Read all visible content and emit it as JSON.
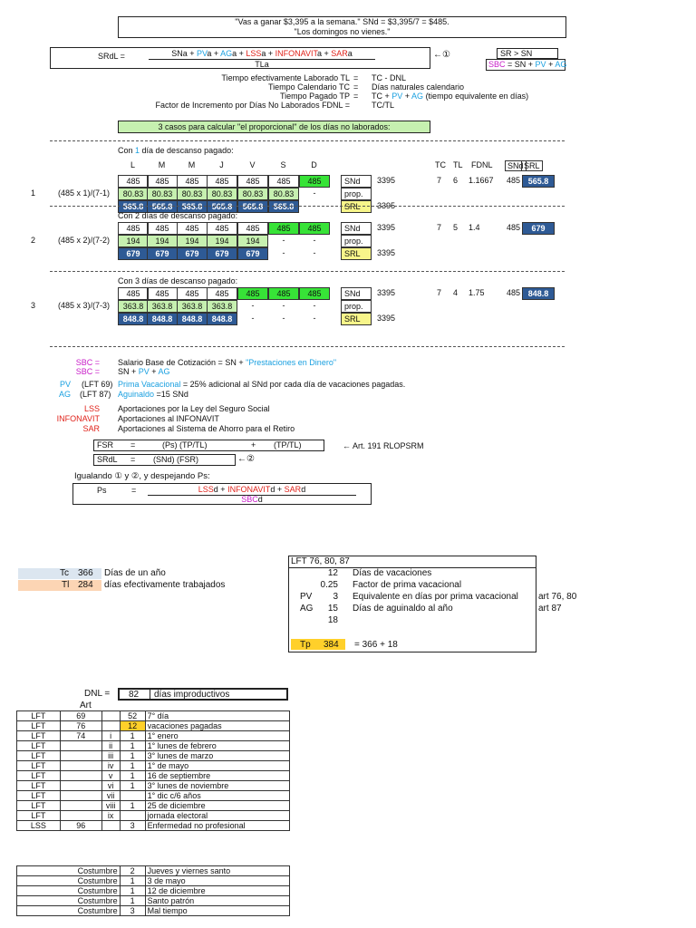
{
  "header": {
    "line1": "\"Vas a ganar $3,395 a la semana.\"     SNd = $3,395/7 = $485.",
    "line2": "\"Los domingos no vienes.\""
  },
  "formula": {
    "lhs": "SRdL =",
    "parts": [
      [
        "SNa + ",
        "k"
      ],
      [
        "PV",
        "blue"
      ],
      [
        "a + ",
        "k"
      ],
      [
        "AG",
        "blue"
      ],
      [
        "a + ",
        "k"
      ],
      [
        "LSS",
        "red"
      ],
      [
        "a + ",
        "k"
      ],
      [
        "INFONAVIT",
        "red"
      ],
      [
        "a + ",
        "k"
      ],
      [
        "SAR",
        "red"
      ],
      [
        "a",
        "k"
      ]
    ],
    "den": "TLa",
    "ref": "←①",
    "sr": "SR > SN",
    "sbc": [
      [
        "SBC",
        "mag"
      ],
      [
        " = SN + ",
        "k"
      ],
      [
        "PV",
        "blue"
      ],
      [
        " + ",
        "k"
      ],
      [
        "AG",
        "blue"
      ]
    ]
  },
  "defs": [
    {
      "label": "Tiempo efectivamente Laborado TL",
      "eq": "=",
      "value": "TC - DNL"
    },
    {
      "label": "Tiempo Calendario TC",
      "eq": "=",
      "value": "Días naturales calendario"
    },
    {
      "label": "Tiempo Pagado TP",
      "eq": "=",
      "value_parts": [
        [
          "TC + ",
          "k"
        ],
        [
          "PV",
          "blue"
        ],
        [
          " + ",
          "k"
        ],
        [
          "AG",
          "blue"
        ],
        [
          " (tiempo equivalente en días)",
          "k"
        ]
      ]
    },
    {
      "label": "Factor de Incremento por Días No Laborados FDNL =",
      "eq": "",
      "value": "TC/TL"
    }
  ],
  "cases_title": "3 casos para calcular \"el proporcional\" de los días no laborados:",
  "days": [
    "L",
    "M",
    "M",
    "J",
    "V",
    "S",
    "D"
  ],
  "right_headers": [
    "TC",
    "TL",
    "FDNL",
    "SNd",
    "SRL"
  ],
  "cases": [
    {
      "title_parts": [
        [
          "Con ",
          "k"
        ],
        [
          "1",
          "blue"
        ],
        [
          " día de descanso pagado:",
          "k"
        ]
      ],
      "num": "1",
      "formula": "(485 x 1)/(7-1)",
      "row1": [
        "485",
        "485",
        "485",
        "485",
        "485",
        "485",
        "485"
      ],
      "row2": [
        "80.83",
        "80.83",
        "80.83",
        "80.83",
        "80.83",
        "80.83",
        "-"
      ],
      "row3": [
        "565.8",
        "565.8",
        "565.8",
        "565.8",
        "565.8",
        "565.8",
        "-"
      ],
      "green_count": 1,
      "work_days": 6,
      "labels": [
        "SNd",
        "prop.",
        "SRL"
      ],
      "snd_total": "3395",
      "srl_total": "3395",
      "tc": "7",
      "tl": "6",
      "fdnl": "1.1667",
      "snd": "485",
      "srl": "565.8"
    },
    {
      "title_parts": [
        [
          "Con 2 días de descanso pagado:",
          "k"
        ]
      ],
      "num": "2",
      "formula": "(485 x 2)/(7-2)",
      "row1": [
        "485",
        "485",
        "485",
        "485",
        "485",
        "485",
        "485"
      ],
      "row2": [
        "194",
        "194",
        "194",
        "194",
        "194",
        "-",
        "-"
      ],
      "row3": [
        "679",
        "679",
        "679",
        "679",
        "679",
        "-",
        "-"
      ],
      "green_count": 2,
      "work_days": 5,
      "labels": [
        "SNd",
        "prop.",
        "SRL"
      ],
      "snd_total": "3395",
      "srl_total": "3395",
      "tc": "7",
      "tl": "5",
      "fdnl": "1.4",
      "snd": "485",
      "srl": "679"
    },
    {
      "title_parts": [
        [
          "Con 3 días de descanso pagado:",
          "k"
        ]
      ],
      "num": "3",
      "formula": "(485 x 3)/(7-3)",
      "row1": [
        "485",
        "485",
        "485",
        "485",
        "485",
        "485",
        "485"
      ],
      "row2": [
        "363.8",
        "363.8",
        "363.8",
        "363.8",
        "-",
        "-",
        "-"
      ],
      "row3": [
        "848.8",
        "848.8",
        "848.8",
        "848.8",
        "-",
        "-",
        "-"
      ],
      "green_count": 3,
      "work_days": 4,
      "labels": [
        "SNd",
        "prop.",
        "SRL"
      ],
      "snd_total": "3395",
      "srl_total": "3395",
      "tc": "7",
      "tl": "4",
      "fdnl": "1.75",
      "snd": "485",
      "srl": "848.8"
    }
  ],
  "legend": [
    {
      "k": "SBC =",
      "kc": "mag",
      "parts": [
        [
          "Salario Base de Cotización = SN + ",
          "k"
        ],
        [
          "\"Prestaciones en Dinero\"",
          "blue"
        ]
      ]
    },
    {
      "k": "SBC =",
      "kc": "mag",
      "parts": [
        [
          "SN + ",
          "k"
        ],
        [
          "PV",
          "blue"
        ],
        [
          " + ",
          "k"
        ],
        [
          "AG",
          "blue"
        ]
      ]
    },
    {
      "k": "PV",
      "kc": "blue",
      "pre": "(LFT 69)",
      "parts": [
        [
          "Prima Vacacional",
          "blue"
        ],
        [
          " = 25% adicional al SNd por cada día de vacaciones pagadas.",
          "k"
        ]
      ]
    },
    {
      "k": "AG",
      "kc": "blue",
      "pre": "(LFT 87)",
      "parts": [
        [
          "Aguinaldo",
          "blue"
        ],
        [
          " =15 SNd",
          "k"
        ]
      ]
    },
    {
      "k": "LSS",
      "kc": "red",
      "parts": [
        [
          "Aportaciones por la Ley del Seguro Social",
          "k"
        ]
      ]
    },
    {
      "k": "INFONAVIT",
      "kc": "red",
      "parts": [
        [
          "Aportaciones al INFONAVIT",
          "k"
        ]
      ]
    },
    {
      "k": "SAR",
      "kc": "red",
      "parts": [
        [
          "Aportaciones al Sistema de Ahorro para el Retiro",
          "k"
        ]
      ]
    }
  ],
  "fsr": {
    "a": "FSR",
    "b": "=",
    "c": "(Ps) (TP/TL)",
    "d": "+",
    "e": "(TP/TL)",
    "ref": "← Art. 191 RLOPSRM"
  },
  "srdl": {
    "a": "SRdL",
    "b": "=",
    "c": "(SNd) (FSR)",
    "ref": "←②"
  },
  "igualando": "Igualando ① y ②, y despejando Ps:",
  "ps": {
    "a": "Ps",
    "b": "=",
    "num": [
      [
        "LSS",
        "red"
      ],
      [
        "d + ",
        "k"
      ],
      [
        "INFONAVIT",
        "red"
      ],
      [
        "d + ",
        "k"
      ],
      [
        "SAR",
        "red"
      ],
      [
        "d",
        "k"
      ]
    ],
    "den": [
      [
        "SBC",
        "mag"
      ],
      [
        "d",
        "k"
      ]
    ]
  },
  "tc_row": {
    "k": "Tc",
    "v": "366",
    "t": "Días de un año"
  },
  "tl_row": {
    "k": "Tl",
    "v": "284",
    "t": "días efectivamente trabajados"
  },
  "lft_box": {
    "title": "LFT 76, 80, 87",
    "rows": [
      {
        "k": "",
        "v": "12",
        "t": "Días de vacaciones",
        "r": ""
      },
      {
        "k": "",
        "v": "0.25",
        "t": "Factor de prima vacacional",
        "r": ""
      },
      {
        "k": "PV",
        "v": "3",
        "t": "Equivalente en días por prima vacacional",
        "r": "art 76, 80"
      },
      {
        "k": "AG",
        "v": "15",
        "t": "Días de aguinaldo al año",
        "r": "art 87"
      },
      {
        "k": "",
        "v": "18",
        "t": "",
        "r": ""
      }
    ],
    "tp_k": "Tp",
    "tp_v": "384",
    "tp_t": "= 366 + 18"
  },
  "dnl": {
    "label": "DNL =",
    "value": "82",
    "text": "días improductivos",
    "art": "Art"
  },
  "dnl_table": [
    [
      "LFT",
      "69",
      "",
      "52",
      "7° día"
    ],
    [
      "LFT",
      "76",
      "",
      "12",
      "vacaciones pagadas"
    ],
    [
      "LFT",
      "74",
      "i",
      "1",
      "1° enero"
    ],
    [
      "LFT",
      "",
      "ii",
      "1",
      "1° lunes de febrero"
    ],
    [
      "LFT",
      "",
      "iii",
      "1",
      "3° lunes de marzo"
    ],
    [
      "LFT",
      "",
      "iv",
      "1",
      "1° de mayo"
    ],
    [
      "LFT",
      "",
      "v",
      "1",
      "16 de septiembre"
    ],
    [
      "LFT",
      "",
      "vi",
      "1",
      "3° lunes de noviembre"
    ],
    [
      "LFT",
      "",
      "vii",
      "",
      "1° dic c/6 años"
    ],
    [
      "LFT",
      "",
      "viii",
      "1",
      "25 de diciembre"
    ],
    [
      "LFT",
      "",
      "ix",
      "",
      "jornada electoral"
    ],
    [
      "LSS",
      "96",
      "",
      "3",
      "Enfermedad no profesional"
    ]
  ],
  "costumbre": [
    [
      "Costumbre",
      "2",
      "Jueves y viernes santo"
    ],
    [
      "Costumbre",
      "1",
      "3 de mayo"
    ],
    [
      "Costumbre",
      "1",
      "12 de diciembre"
    ],
    [
      "Costumbre",
      "1",
      "Santo patrón"
    ],
    [
      "Costumbre",
      "3",
      "Mal tiempo"
    ]
  ]
}
